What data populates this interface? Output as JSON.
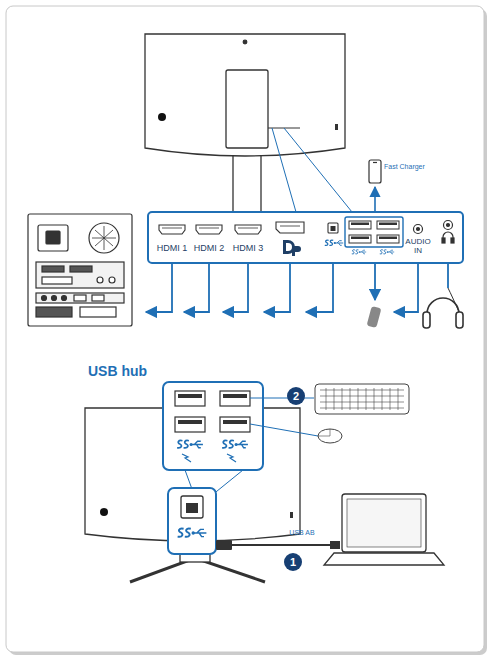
{
  "diagram": {
    "labels": [
      "Fast Charger",
      "HDMI 1",
      "HDMI 2",
      "HDMI 3",
      "AUDIO IN",
      "USB hub",
      "2",
      "USB AB",
      "1"
    ]
  }
}
